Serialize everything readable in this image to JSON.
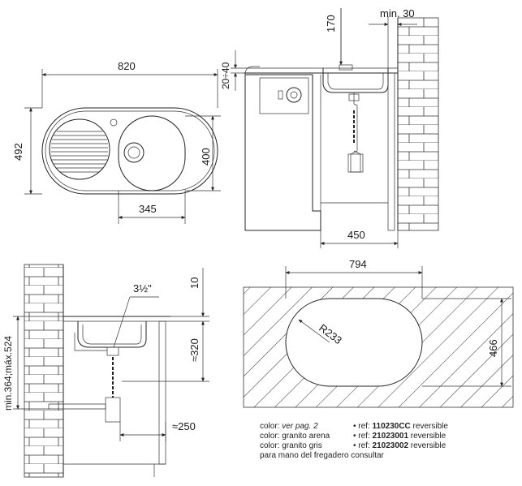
{
  "dimensions": {
    "width_820": "820",
    "depth_492": "492",
    "bowl_400": "400",
    "bowl_345": "345",
    "top_170": "170",
    "min_30": "min. 30",
    "rim_20_40": "20÷40",
    "cabinet_450": "450",
    "cutout_794": "794",
    "cutout_466": "466",
    "radius_r233": "R233",
    "waste_3_5": "3½\"",
    "side_10": "10",
    "side_320": "≈320",
    "side_250": "≈250",
    "side_min_max": "min.364;máx.524"
  },
  "info": {
    "rows": [
      {
        "label_prefix": "color: ",
        "label_value": "ver pag. 2",
        "ref_prefix": "• ref: ",
        "ref_code": "110230CC",
        "ref_suffix": " reversible"
      },
      {
        "label_prefix": "color: ",
        "label_value": "granito arena",
        "ref_prefix": "• ref: ",
        "ref_code": "21023001",
        "ref_suffix": " reversible"
      },
      {
        "label_prefix": "color: ",
        "label_value": "granito gris",
        "ref_prefix": "• ref: ",
        "ref_code": "21023002",
        "ref_suffix": " reversible"
      }
    ],
    "footer": "para mano del fregadero consultar"
  }
}
